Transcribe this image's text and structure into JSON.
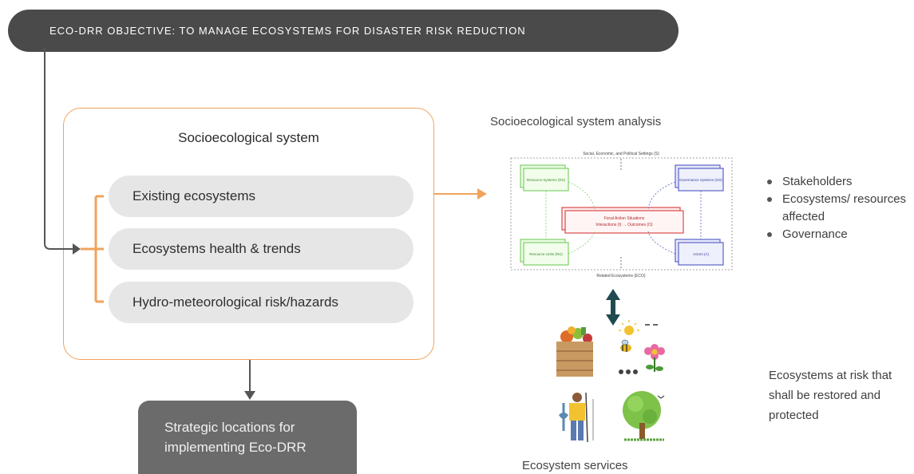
{
  "objective": {
    "text": "ECO-DRR OBJECTIVE: TO MANAGE ECOSYSTEMS FOR DISASTER RISK REDUCTION"
  },
  "socioecological": {
    "title": "Socioecological system",
    "items": [
      {
        "label": "Existing ecosystems"
      },
      {
        "label": "Ecosystems health & trends"
      },
      {
        "label": "Hydro-meteorological risk/hazards"
      }
    ]
  },
  "strategic": {
    "line1": "Strategic locations for",
    "line2": "implementing Eco-DRR"
  },
  "analysis": {
    "title": "Socioecological system analysis",
    "figure": {
      "top_label": "Social, Economic, and Political Settings (S)",
      "bottom_label": "Related Ecosystems (ECO)",
      "resource_systems": "Resource Systems (RS)",
      "resource_units": "Resource Units (RU)",
      "governance_systems": "Governance Systems (GS)",
      "actors": "Actors (A)",
      "focal_line1": "Focal Action Situations",
      "focal_line2": "Interactions (I) → Outcomes (O)"
    },
    "bullets": [
      {
        "text": "Stakeholders"
      },
      {
        "text": "Ecosystems/ resources affected"
      },
      {
        "text": "Governance"
      }
    ]
  },
  "services": {
    "title": "Ecosystem services",
    "icons": [
      "food-crate-icon",
      "pollination-icon",
      "fishing-person-icon",
      "tree-icon"
    ]
  },
  "risk_note": {
    "text": "Ecosystems at risk that shall be restored and protected"
  },
  "colors": {
    "banner": "#4a4a4a",
    "accent_orange": "#f0a35c",
    "pill": "#e6e6e6",
    "strategic_box": "#6b6b6b",
    "teal_arrow": "#1f4a4f",
    "figure_green": "#7fd06a",
    "figure_blue": "#5a63c9",
    "figure_red": "#d94a4a"
  }
}
